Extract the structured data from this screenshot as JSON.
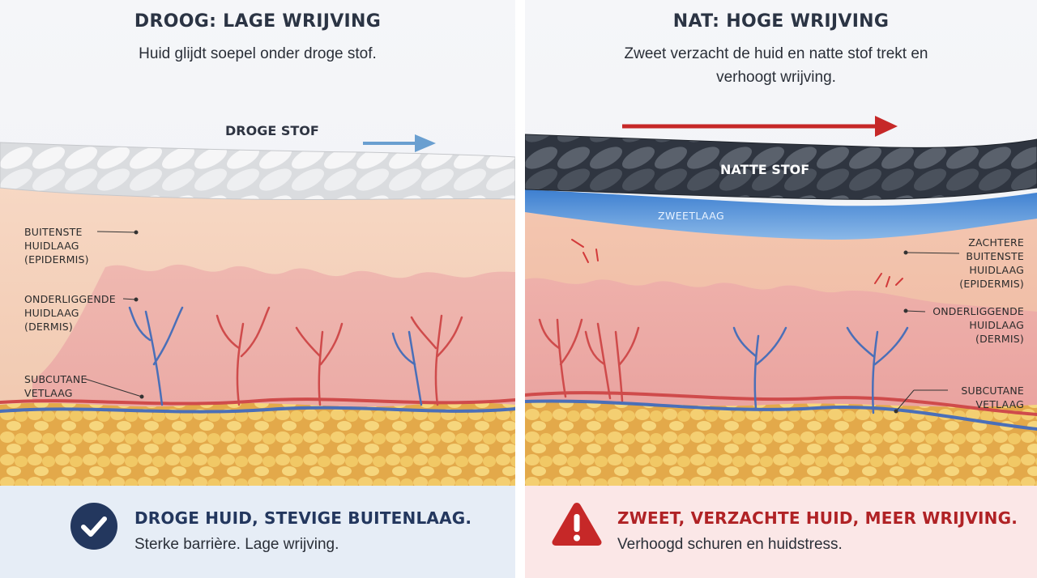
{
  "left": {
    "title": "DROOG: LAGE WRIJVING",
    "subtitle": "Huid glijdt soepel onder droge stof.",
    "fabric_label": "DROGE STOF",
    "labels": {
      "epidermis": [
        "BUITENSTE",
        "HUIDLAAG",
        "(EPIDERMIS)"
      ],
      "dermis": [
        "ONDERLIGGENDE",
        "HUIDLAAG",
        "(DERMIS)"
      ],
      "fat": [
        "SUBCUTANE",
        "VETLAAG"
      ]
    },
    "footer": {
      "title": "DROGE HUID, STEVIGE BUITENLAAG.",
      "subtitle": "Sterke barrière. Lage wrijving.",
      "icon": "check-circle-icon",
      "color": "#23375e"
    },
    "arrow_color": "#6a9fd0"
  },
  "right": {
    "title": "NAT: HOGE WRIJVING",
    "subtitle": "Zweet verzacht de huid en natte stof trekt en verhoogt wrijving.",
    "fabric_label": "NATTE STOF",
    "sweat_label": "ZWEETLAAG",
    "labels": {
      "epidermis": [
        "ZACHTERE",
        "BUITENSTE",
        "HUIDLAAG",
        "(EPIDERMIS)"
      ],
      "dermis": [
        "ONDERLIGGENDE",
        "HUIDLAAG",
        "(DERMIS)"
      ],
      "fat": [
        "SUBCUTANE",
        "VETLAAG"
      ]
    },
    "footer": {
      "title": "ZWEET, VERZACHTE HUID, MEER WRIJVING.",
      "subtitle": "Verhoogd schuren en huidstress.",
      "icon": "warning-triangle-icon",
      "color": "#b02225"
    },
    "arrow_color": "#c62828"
  }
}
